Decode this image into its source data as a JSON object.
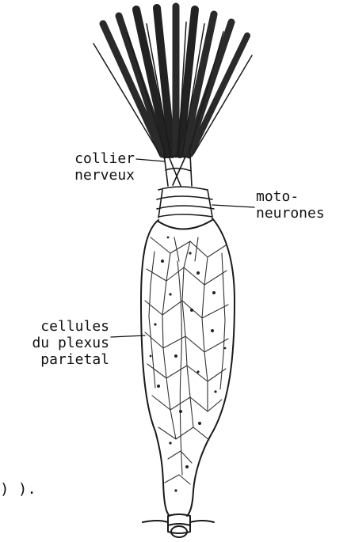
{
  "labels": {
    "collier": [
      "collier",
      "nerveux"
    ],
    "moto": [
      "moto-",
      "neurones"
    ],
    "cellules": [
      "cellules",
      "du plexus",
      "parietal"
    ]
  },
  "fragment": ") ).",
  "colors": {
    "ink": "#111111",
    "background": "#ffffff"
  }
}
